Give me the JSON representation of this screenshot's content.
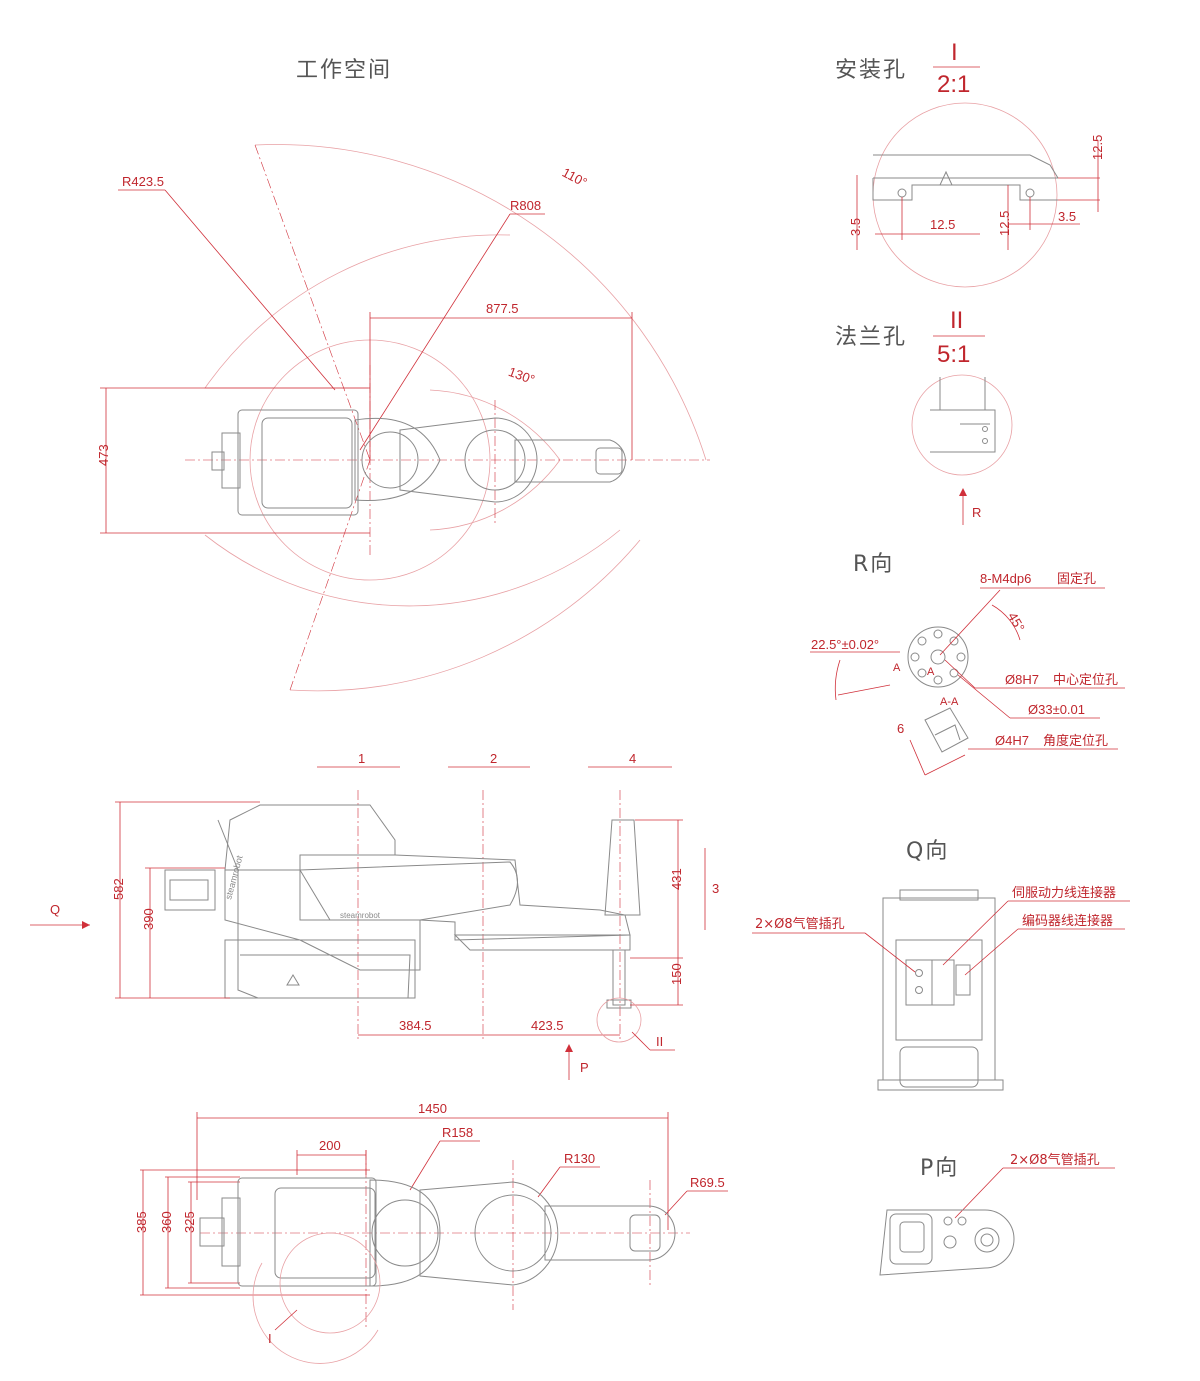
{
  "titles": {
    "workspace": "工作空间",
    "mount_holes": "安装孔",
    "flange_holes": "法兰孔",
    "r_view": "R向",
    "q_view": "Q向",
    "p_view": "P向"
  },
  "scales": {
    "mount_roman": "I",
    "mount_ratio": "2:1",
    "flange_roman": "II",
    "flange_ratio": "5:1"
  },
  "workspace_dims": {
    "r_outer": "R423.5",
    "r_reach": "R808",
    "angle_j1": "110°",
    "angle_j2": "130°",
    "len_reach": "877.5",
    "height_473": "473"
  },
  "mount_dims": {
    "d125_top": "12.5",
    "d35_left": "3.5",
    "d125_mid": "12.5",
    "d125_vert": "12.5",
    "d35_right": "3.5"
  },
  "flange_dims": {
    "r_arrow": "R"
  },
  "r_view_dims": {
    "holes": "8-M4dp6",
    "holes_desc": "固定孔",
    "angle45": "45°",
    "angle225": "22.5°±0.02°",
    "sec_a": "A",
    "sec_a2": "A",
    "center_hole": "Ø8H7",
    "center_desc": "中心定位孔",
    "bolt_circle": "Ø33±0.01",
    "section_aa": "A-A",
    "depth6": "6",
    "angle_hole": "Ø4H7",
    "angle_desc": "角度定位孔"
  },
  "side_view_dims": {
    "axis1": "1",
    "axis2": "2",
    "axis4": "4",
    "axis3": "3",
    "q_arrow": "Q",
    "h582": "582",
    "h390": "390",
    "h431": "431",
    "h150": "150",
    "l384": "384.5",
    "l423": "423.5",
    "detail2": "II",
    "p_arrow": "P"
  },
  "top_view_dims": {
    "l1450": "1450",
    "l200": "200",
    "r158": "R158",
    "r130": "R130",
    "r69": "R69.5",
    "w385": "385",
    "w360": "360",
    "w325": "325",
    "detail1": "I"
  },
  "q_view_labels": {
    "air_holes": "2×Ø8气管插孔",
    "servo": "伺服动力线连接器",
    "encoder": "编码器线连接器"
  },
  "p_view_labels": {
    "air_holes": "2×Ø8气管插孔"
  },
  "brand_mark": "steamrobot"
}
